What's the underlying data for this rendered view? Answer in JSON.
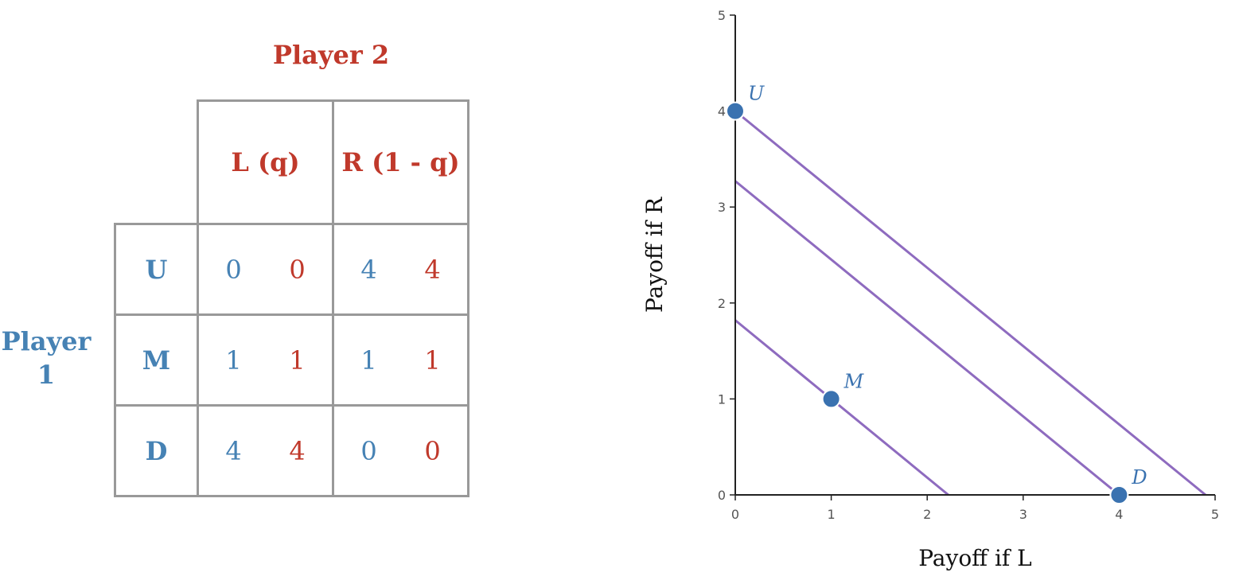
{
  "matrix": {
    "player2": "Player 2",
    "player1": "Player 1",
    "columns": [
      "L (q)",
      "R (1 - q)"
    ],
    "rows": [
      {
        "label": "U",
        "cells": [
          [
            "0",
            "0"
          ],
          [
            "4",
            "4"
          ]
        ]
      },
      {
        "label": "M",
        "cells": [
          [
            "1",
            "1"
          ],
          [
            "1",
            "1"
          ]
        ]
      },
      {
        "label": "D",
        "cells": [
          [
            "4",
            "4"
          ],
          [
            "0",
            "0"
          ]
        ]
      }
    ],
    "colors": {
      "player1": "#4682b4",
      "player2": "#c0392b",
      "grid": "#999999"
    }
  },
  "chart_data": {
    "type": "scatter",
    "xlabel": "Payoff if L",
    "ylabel": "Payoff if R",
    "xlim": [
      0,
      5
    ],
    "ylim": [
      0,
      5
    ],
    "xticks": [
      0,
      1,
      2,
      3,
      4,
      5
    ],
    "yticks": [
      0,
      1,
      2,
      3,
      4,
      5
    ],
    "grid": false,
    "points": [
      {
        "label": "U",
        "x": 0,
        "y": 4
      },
      {
        "label": "M",
        "x": 1,
        "y": 1
      },
      {
        "label": "D",
        "x": 4,
        "y": 0
      }
    ],
    "lines": [
      {
        "x": [
          0,
          2.22
        ],
        "y": [
          1.82,
          0
        ]
      },
      {
        "x": [
          0,
          4
        ],
        "y": [
          3.27,
          0
        ]
      },
      {
        "x": [
          0,
          4.9
        ],
        "y": [
          4,
          0
        ]
      }
    ],
    "colors": {
      "points": "#3a72b0",
      "lines": "#8e6bbf",
      "axis": "#222222"
    }
  }
}
